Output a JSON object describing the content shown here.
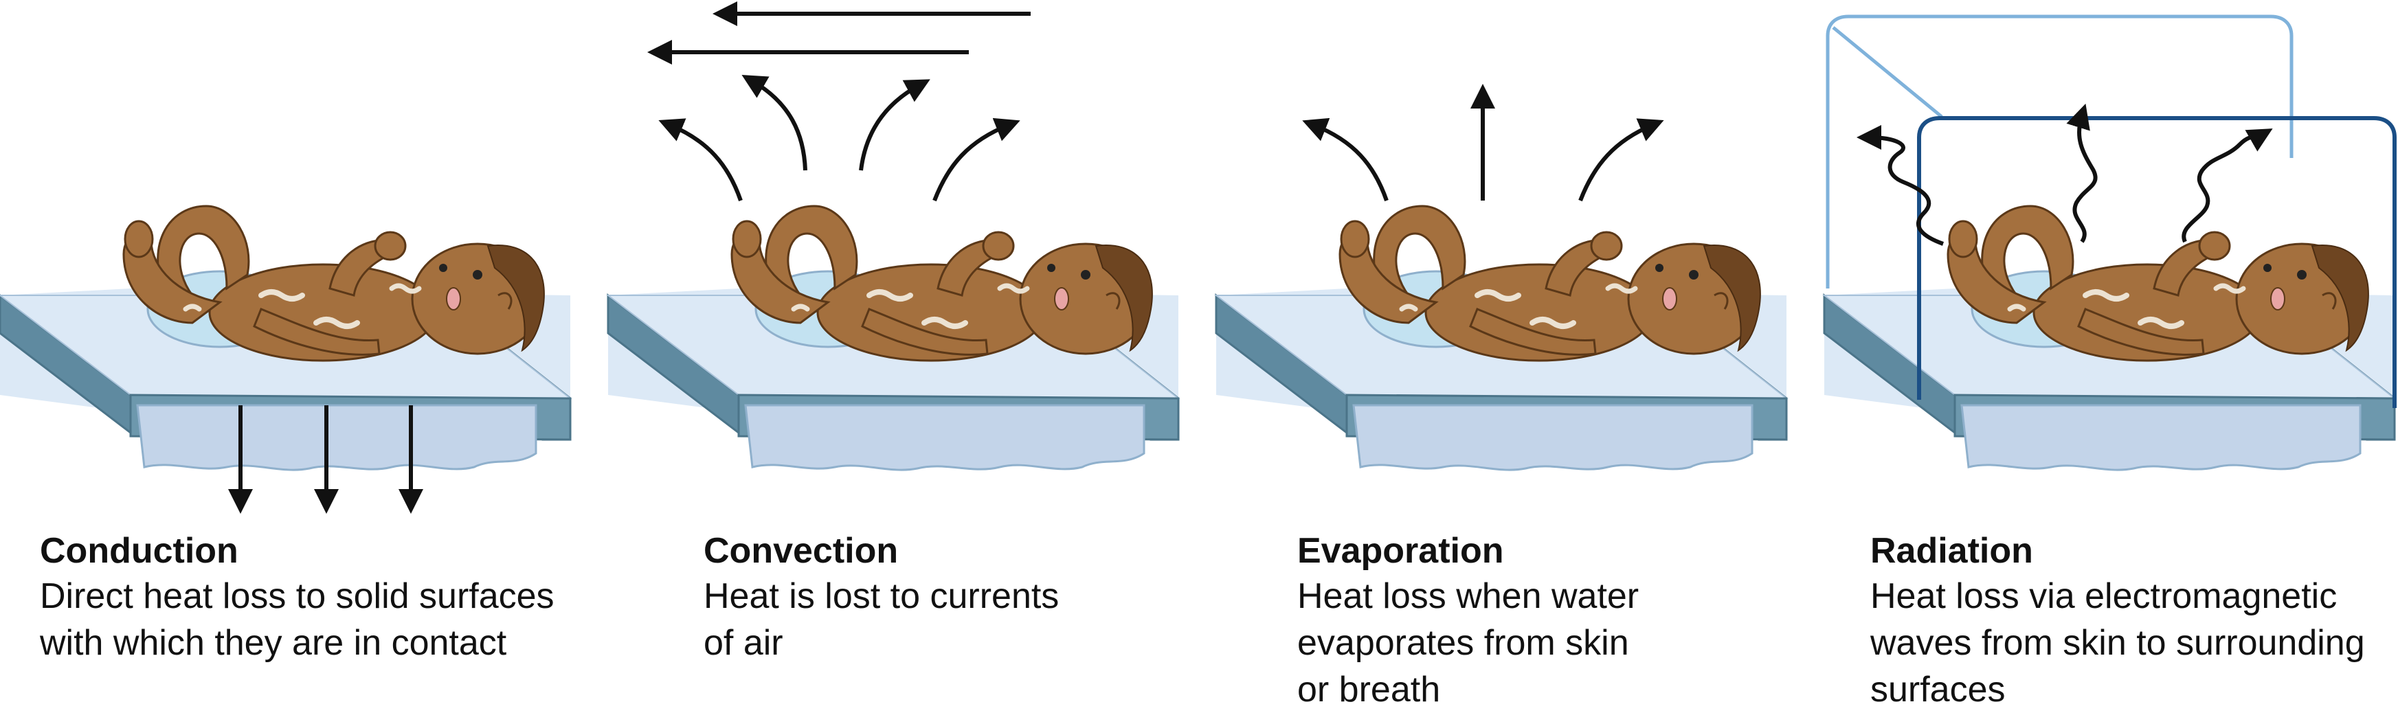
{
  "panels": [
    {
      "title": "Conduction",
      "description_lines": [
        "Direct heat loss to solid surfaces",
        "with which they are in contact"
      ],
      "arrow_style": "straight-down"
    },
    {
      "title": "Convection",
      "description_lines": [
        "Heat is lost to currents",
        "of air"
      ],
      "arrow_style": "curved-up-and-left"
    },
    {
      "title": "Evaporation",
      "description_lines": [
        "Heat loss when water",
        "evaporates from skin",
        "or breath"
      ],
      "arrow_style": "curved-up"
    },
    {
      "title": "Radiation",
      "description_lines": [
        "Heat loss via electromagnetic",
        "waves from skin to surrounding",
        "surfaces"
      ],
      "arrow_style": "wavy-up"
    }
  ],
  "colors": {
    "mattress_top": "#dce9f6",
    "mattress_side": "#5f8aa0",
    "mattress_edge": "#4b7489",
    "sheet": "#c3d4e9",
    "sheet_outline": "#8fb0cc",
    "skin": "#a4703e",
    "skin_shadow": "#7d5128",
    "diaper": "#c3e2f1",
    "hair": "#6e4521",
    "vernix": "#ece2d2",
    "arrow": "#111111",
    "incubator_front": "#1b4f86",
    "incubator_back": "#7fb2db",
    "text": "#111111"
  },
  "icons": [
    "heat-arrow-icon",
    "wavy-radiation-arrow-icon",
    "incubator-hood-icon",
    "newborn-baby-icon"
  ]
}
